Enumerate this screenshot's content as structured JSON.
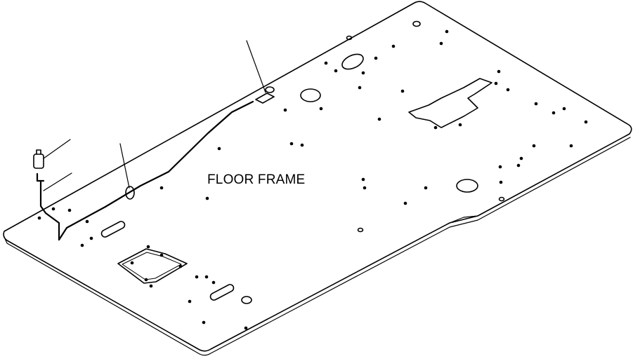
{
  "diagram": {
    "labels": {
      "floor_frame": "FLOOR FRAME"
    },
    "colors": {
      "ink": "#000000",
      "paper": "#ffffff"
    },
    "parts": [
      "floor-frame-plate",
      "hydraulic-line",
      "fitting",
      "clamp",
      "hose-fitting"
    ]
  }
}
